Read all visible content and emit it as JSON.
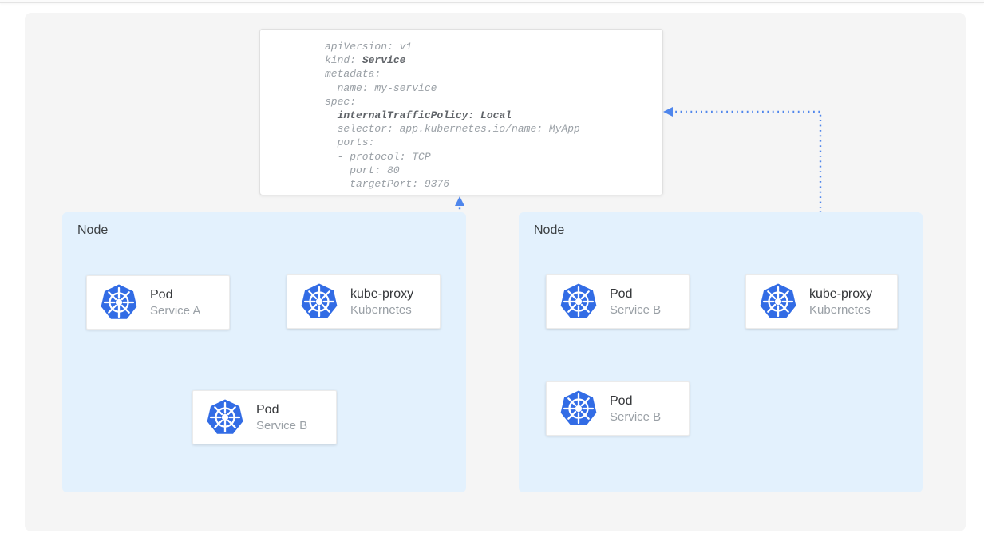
{
  "colors": {
    "accent_blue": "#3b78e7",
    "accent_dotted_blue": "#4f86ec",
    "node_background": "#e3f1fd",
    "kubernetes_logo_blue": "#326ce5",
    "canvas_background": "#f5f5f5",
    "yaml_text_gray": "#9aa0a6",
    "yaml_bold_gray": "#5f6368"
  },
  "yaml_card": {
    "lines": [
      {
        "parts": [
          {
            "text": "apiVersion: v1",
            "bold": false
          }
        ]
      },
      {
        "parts": [
          {
            "text": "kind: ",
            "bold": false
          },
          {
            "text": "Service",
            "bold": true
          }
        ]
      },
      {
        "parts": [
          {
            "text": "metadata:",
            "bold": false
          }
        ]
      },
      {
        "parts": [
          {
            "text": "  name: my-service",
            "bold": false
          }
        ]
      },
      {
        "parts": [
          {
            "text": "spec:",
            "bold": false
          }
        ]
      },
      {
        "parts": [
          {
            "text": "  ",
            "bold": false
          },
          {
            "text": "internalTrafficPolicy: Local",
            "bold": true
          }
        ]
      },
      {
        "parts": [
          {
            "text": "  selector: app.kubernetes.io/name: MyApp",
            "bold": false
          }
        ]
      },
      {
        "parts": [
          {
            "text": "  ports:",
            "bold": false
          }
        ]
      },
      {
        "parts": [
          {
            "text": "  - protocol: TCP",
            "bold": false
          }
        ]
      },
      {
        "parts": [
          {
            "text": "    port: 80",
            "bold": false
          }
        ]
      },
      {
        "parts": [
          {
            "text": "    targetPort: 9376",
            "bold": false
          }
        ]
      }
    ]
  },
  "nodes": [
    {
      "label": "Node",
      "cards": [
        {
          "title": "Pod",
          "subtitle": "Service A",
          "icon": "kubernetes-icon"
        },
        {
          "title": "kube-proxy",
          "subtitle": "Kubernetes",
          "icon": "kubernetes-icon"
        },
        {
          "title": "Pod",
          "subtitle": "Service B",
          "icon": "kubernetes-icon"
        }
      ]
    },
    {
      "label": "Node",
      "cards": [
        {
          "title": "Pod",
          "subtitle": "Service B",
          "icon": "kubernetes-icon"
        },
        {
          "title": "kube-proxy",
          "subtitle": "Kubernetes",
          "icon": "kubernetes-icon"
        },
        {
          "title": "Pod",
          "subtitle": "Service B",
          "icon": "kubernetes-icon"
        }
      ]
    }
  ],
  "arrows": [
    {
      "name": "arrow-pod-a-to-kube-proxy",
      "style": "solid"
    },
    {
      "name": "arrow-kube-proxy-to-pod-b",
      "style": "solid"
    },
    {
      "name": "dotted-arrow-left-kube-proxy-to-service-yaml",
      "style": "dotted"
    },
    {
      "name": "dotted-arrow-right-kube-proxy-to-service-yaml",
      "style": "dotted"
    }
  ]
}
